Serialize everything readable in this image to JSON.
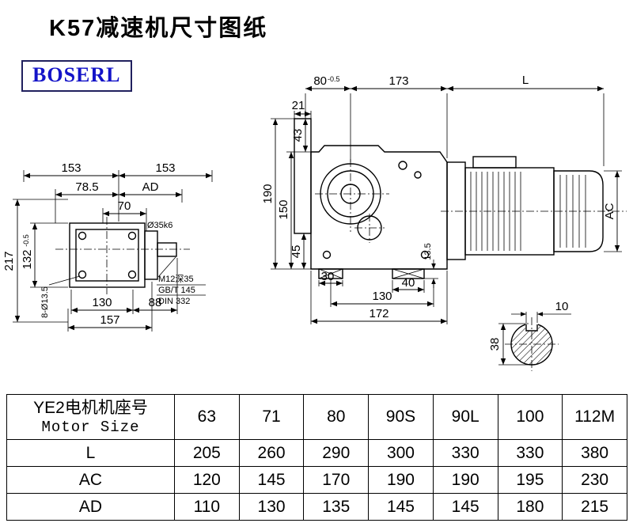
{
  "page": {
    "title": "K57减速机尺寸图纸",
    "brand": "BOSERL"
  },
  "drawing": {
    "left": {
      "d153a": "153",
      "d153b": "153",
      "d78_5": "78.5",
      "dAD": "AD",
      "d70": "70",
      "d35": "Ø35k6",
      "d217": "217",
      "d132": "132",
      "d132_tol": "-0.5",
      "d130": "130",
      "d88": "88",
      "d157": "157",
      "d8d135": "8-Ø13.5",
      "note1": "M12深35",
      "note2": "GB/T 145",
      "note3": "DIN 332"
    },
    "front": {
      "d80": "80",
      "d80_tol": "-0.5",
      "d173": "173",
      "dL": "L",
      "d21": "21",
      "d43": "43",
      "d190": "190",
      "d150": "150",
      "d45": "45",
      "d30": "30",
      "d40": "40",
      "d130": "130",
      "d172": "172",
      "d135": "13.5",
      "dAC": "AC"
    },
    "shaft": {
      "d10": "10",
      "d38": "38"
    }
  },
  "table": {
    "header_cn": "YE2电机机座号",
    "header_en": "Motor Size",
    "columns": [
      "63",
      "71",
      "80",
      "90S",
      "90L",
      "100",
      "112M"
    ],
    "rows": [
      {
        "label": "L",
        "values": [
          "205",
          "260",
          "290",
          "300",
          "330",
          "330",
          "380"
        ]
      },
      {
        "label": "AC",
        "values": [
          "120",
          "145",
          "170",
          "190",
          "190",
          "195",
          "230"
        ]
      },
      {
        "label": "AD",
        "values": [
          "110",
          "130",
          "135",
          "145",
          "145",
          "180",
          "215"
        ]
      }
    ]
  }
}
